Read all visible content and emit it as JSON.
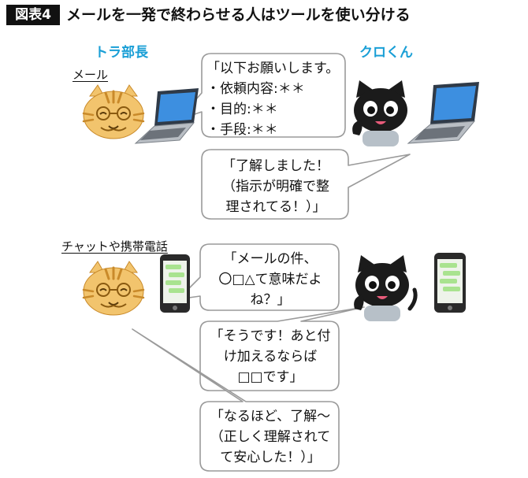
{
  "figure_label": "図表4",
  "title": "メールを一発で終わらせる人はツールを使い分ける",
  "characters": {
    "boss": "トラ部長",
    "kuro": "クロくん"
  },
  "sections": {
    "email": "メール",
    "chat": "チャットや携帯電話"
  },
  "bubbles": {
    "request": [
      "「以下お願いします。",
      "・依頼内容:＊＊",
      "・目的:＊＊",
      "・手段:＊＊"
    ],
    "reply1": [
      "「了解しました！",
      "（指示が明確で整",
      "理されてる！）」"
    ],
    "question": [
      "「メールの件、",
      "〇□△て意味だよ",
      "ね？」"
    ],
    "reply2": [
      "「そうです！あと付",
      "け加えるならば",
      "□□です」"
    ],
    "reply3": [
      "「なるほど、了解～",
      "（正しく理解されて",
      "て安心した！）」"
    ]
  },
  "colors": {
    "tiger": "#f2c46d",
    "tiger_stripe": "#c98a2a",
    "cat": "#1b1b1b",
    "name_blue": "#1a9fd6",
    "bubble_stroke": "#9a9a9a",
    "phone_screen": "#a9e38f"
  },
  "icons": [
    "tiger-boss-icon",
    "black-cat-icon",
    "laptop-icon",
    "smartphone-icon"
  ]
}
